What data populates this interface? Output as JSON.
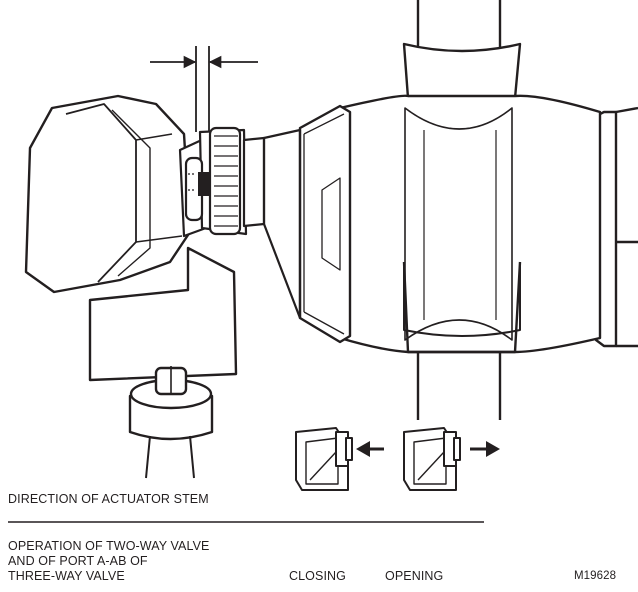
{
  "labels": {
    "direction": "DIRECTION OF ACTUATOR STEM",
    "operation_lines": [
      "OPERATION OF TWO-WAY VALVE",
      "AND OF PORT A-AB OF",
      "THREE-WAY VALVE"
    ],
    "closing": "CLOSING",
    "opening": "OPENING",
    "figure_number": "M19628"
  },
  "colors": {
    "ink": "#231f20",
    "background": "#ffffff"
  },
  "icons": {
    "closing": "arrow-left-icon",
    "opening": "arrow-right-icon"
  }
}
